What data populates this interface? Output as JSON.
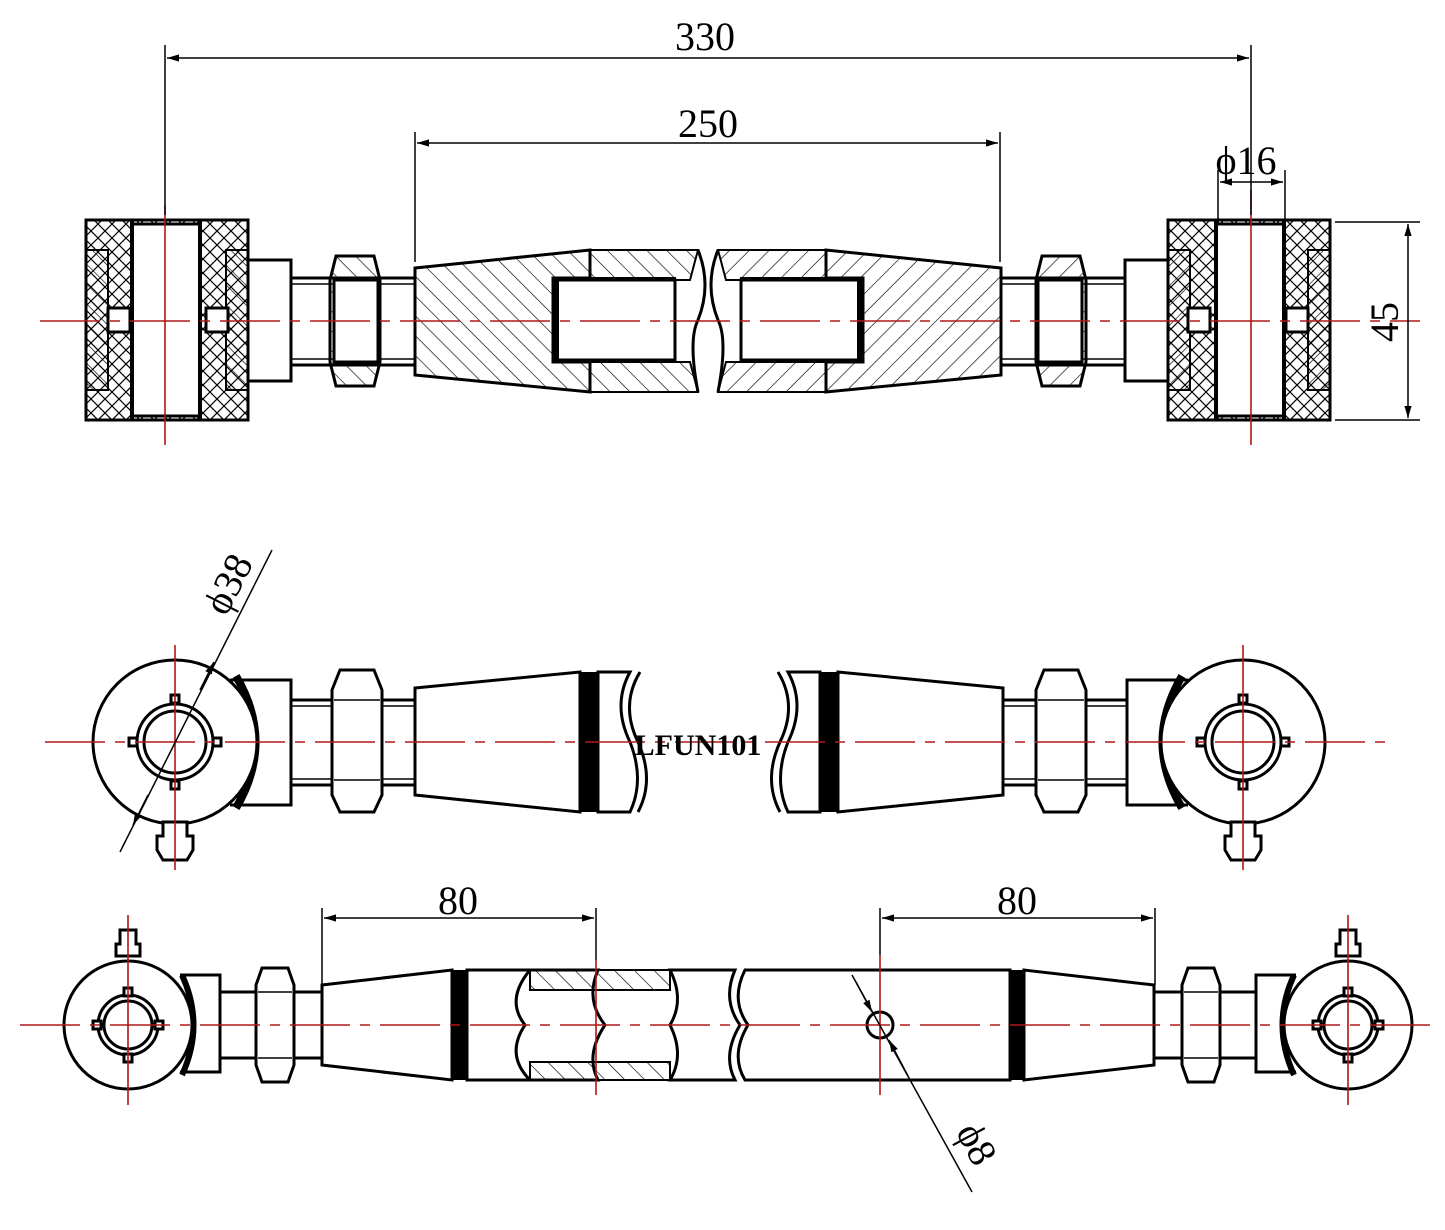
{
  "title": "Adjustable rod end link technical drawing",
  "part_label": "LFUN101",
  "dimensions": {
    "overall_length": "330",
    "body_length": "250",
    "bore_diameter": "ϕ16",
    "eye_width": "45",
    "eye_diameter": "ϕ38",
    "thread_left": "80",
    "thread_right": "80",
    "hole_diameter": "ϕ8"
  },
  "colors": {
    "centerline": "#b01818",
    "line": "#000000"
  }
}
